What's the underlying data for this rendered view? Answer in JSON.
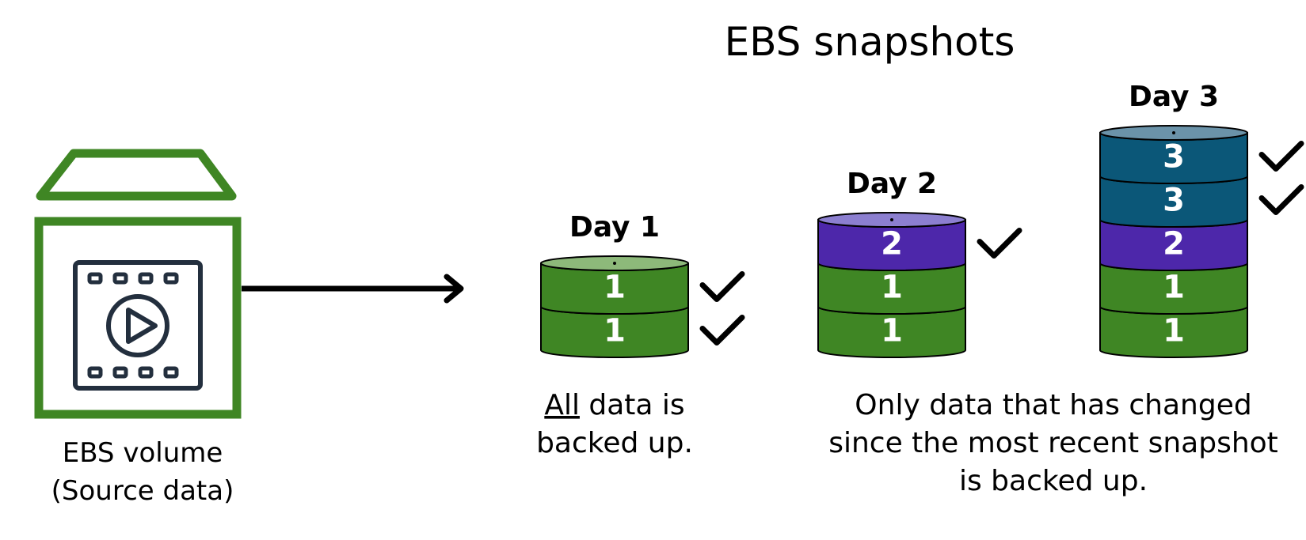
{
  "title": "EBS snapshots",
  "source": {
    "line1": "EBS volume",
    "line2": "(Source data)",
    "icon": "video-file-volume-icon"
  },
  "colors": {
    "volume_green": "#3f8624",
    "icon_navy": "#232f3e",
    "disk_green": "#3f8624",
    "disk_green_top": "#8db97a",
    "disk_purple": "#4d27aa",
    "disk_purple_top": "#8c7fd0",
    "disk_teal": "#0b5778",
    "disk_teal_top": "#6b93a9"
  },
  "snapshots": [
    {
      "day_label": "Day 1",
      "layers": [
        {
          "label": "1",
          "color": "green",
          "checked": true
        },
        {
          "label": "1",
          "color": "green",
          "checked": true
        }
      ]
    },
    {
      "day_label": "Day 2",
      "layers": [
        {
          "label": "2",
          "color": "purple",
          "checked": true
        },
        {
          "label": "1",
          "color": "green",
          "checked": false
        },
        {
          "label": "1",
          "color": "green",
          "checked": false
        }
      ]
    },
    {
      "day_label": "Day 3",
      "layers": [
        {
          "label": "3",
          "color": "teal",
          "checked": true
        },
        {
          "label": "3",
          "color": "teal",
          "checked": true
        },
        {
          "label": "2",
          "color": "purple",
          "checked": false
        },
        {
          "label": "1",
          "color": "green",
          "checked": false
        },
        {
          "label": "1",
          "color": "green",
          "checked": false
        }
      ]
    }
  ],
  "captions": {
    "day1": {
      "underlined": "All",
      "rest": " data is",
      "line2": "backed up."
    },
    "incremental": {
      "line1": "Only data that has changed",
      "line2": "since the most recent snapshot",
      "line3": "is backed up."
    }
  }
}
